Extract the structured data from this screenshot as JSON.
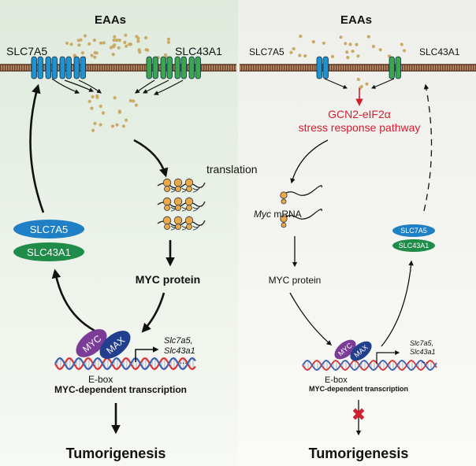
{
  "left_panel": {
    "header": "EAAs",
    "transporter_a": "SLC7A5",
    "transporter_b": "SLC43A1",
    "translation_label": "translation",
    "protein_label": "MYC protein",
    "oval_a": "SLC7A5",
    "oval_b": "SLC43A1",
    "myc": "MYC",
    "max": "MAX",
    "target_gene_a": "Slc7a5,",
    "target_gene_b": "Slc43a1",
    "ellipsis": "...",
    "ebox": "E-box",
    "transcription_label": "MYC-dependent transcription",
    "outcome": "Tumorigenesis"
  },
  "right_panel": {
    "header": "EAAs",
    "transporter_a": "SLC7A5",
    "transporter_b": "SLC43A1",
    "stress_line1": "GCN2-eIF2α",
    "stress_line2": "stress response pathway",
    "mrna_italic": "Myc",
    "mrna_rest": " mRNA",
    "protein_label": "MYC protein",
    "oval_a": "SLC7A5",
    "oval_b": "SLC43A1",
    "myc": "MYC",
    "max": "MAX",
    "target_gene_a": "Slc7a5,",
    "target_gene_b": "Slc43a1",
    "ellipsis": "...",
    "ebox": "E-box",
    "transcription_label": "MYC-dependent transcription",
    "block_mark": "✖",
    "outcome": "Tumorigenesis"
  },
  "colors": {
    "left_bg": "#dde9dc",
    "right_bg": "#f3f3ee",
    "membrane": "#8a5a3c",
    "blue_transporter": "#1f93cf",
    "green_transporter": "#3aa84a",
    "amino_acid": "#c9ab67",
    "stress_red": "#d11f2f",
    "myc_purple": "#7a3c96",
    "max_navy": "#223f8e",
    "oval_blue": "#1f80c6",
    "oval_green": "#1f8c4a",
    "dna_red": "#d9353a",
    "dna_blue": "#3d5fb0"
  }
}
